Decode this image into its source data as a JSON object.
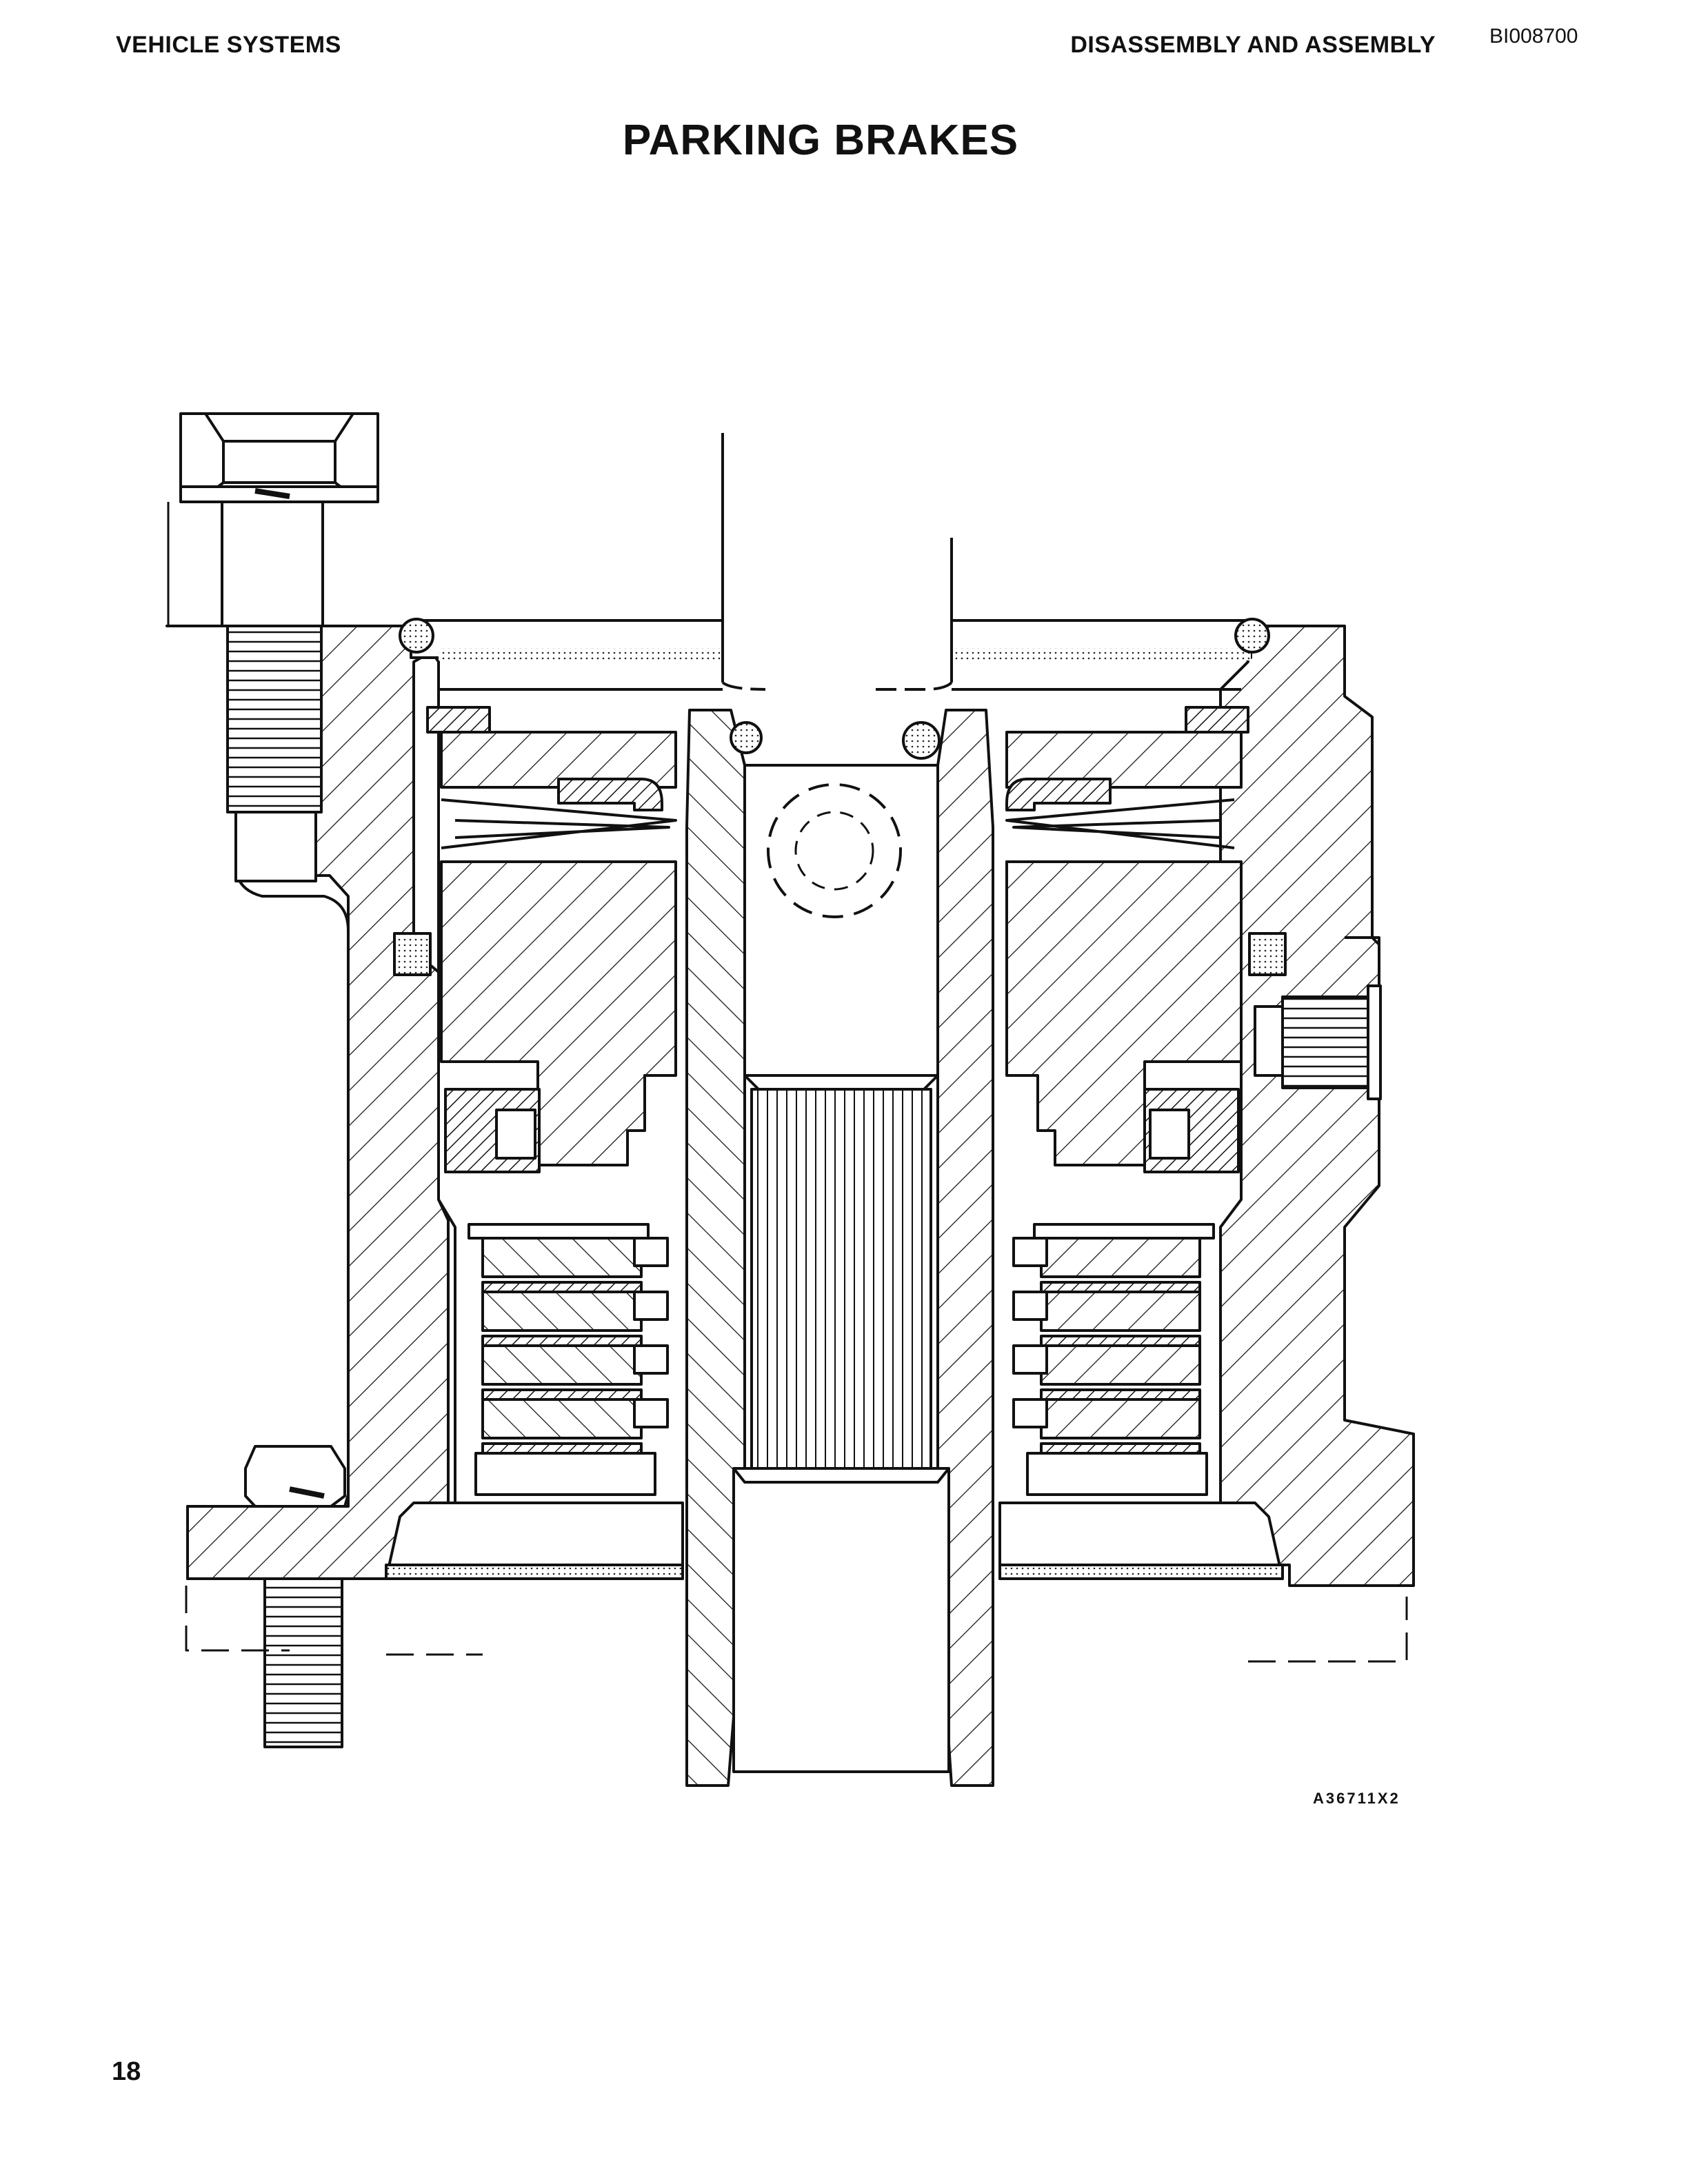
{
  "header": {
    "left": "VEHICLE SYSTEMS",
    "right": "DISASSEMBLY AND ASSEMBLY",
    "doc_code": "BI008700"
  },
  "title": "PARKING BRAKES",
  "figure": {
    "code": "A36711X2",
    "icon": "parking-brake-cross-section-drawing"
  },
  "footer": {
    "page_number": "18"
  }
}
